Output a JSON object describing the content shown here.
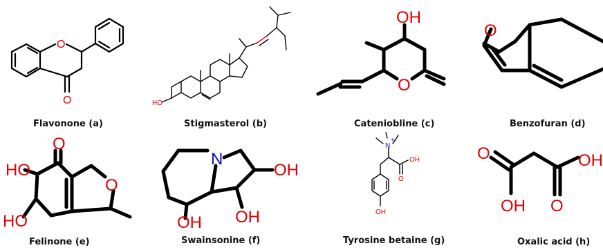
{
  "molecules": [
    {
      "caption": "Flavonone (a)",
      "atoms": {
        "o1": "O",
        "o2": "O"
      }
    },
    {
      "caption": "Stigmasterol (b)",
      "atoms": {
        "oh": "HO"
      }
    },
    {
      "caption": "Cateniobline (c)",
      "atoms": {
        "oh": "OH",
        "o": "O"
      }
    },
    {
      "caption": "Benzofuran (d)",
      "atoms": {
        "o": "O"
      }
    },
    {
      "caption": "Felinone (e)",
      "atoms": {
        "o_keto": "O",
        "ho1": "HO",
        "ho2": "HO",
        "o_ring": "O"
      }
    },
    {
      "caption": "Swainsonine (f)",
      "atoms": {
        "n": "N",
        "oh1": "OH",
        "oh2": "OH",
        "oh3": "OH"
      }
    },
    {
      "caption": "Tyrosine betaine (g)",
      "atoms": {
        "n": "N",
        "plus": "+",
        "o1": "O",
        "oh": "OH",
        "oh_ph": "OH"
      }
    },
    {
      "caption": "Oxalic acid (h)",
      "atoms": {
        "o1": "O",
        "oh1": "OH",
        "oh2": "OH",
        "o2": "O"
      }
    }
  ]
}
